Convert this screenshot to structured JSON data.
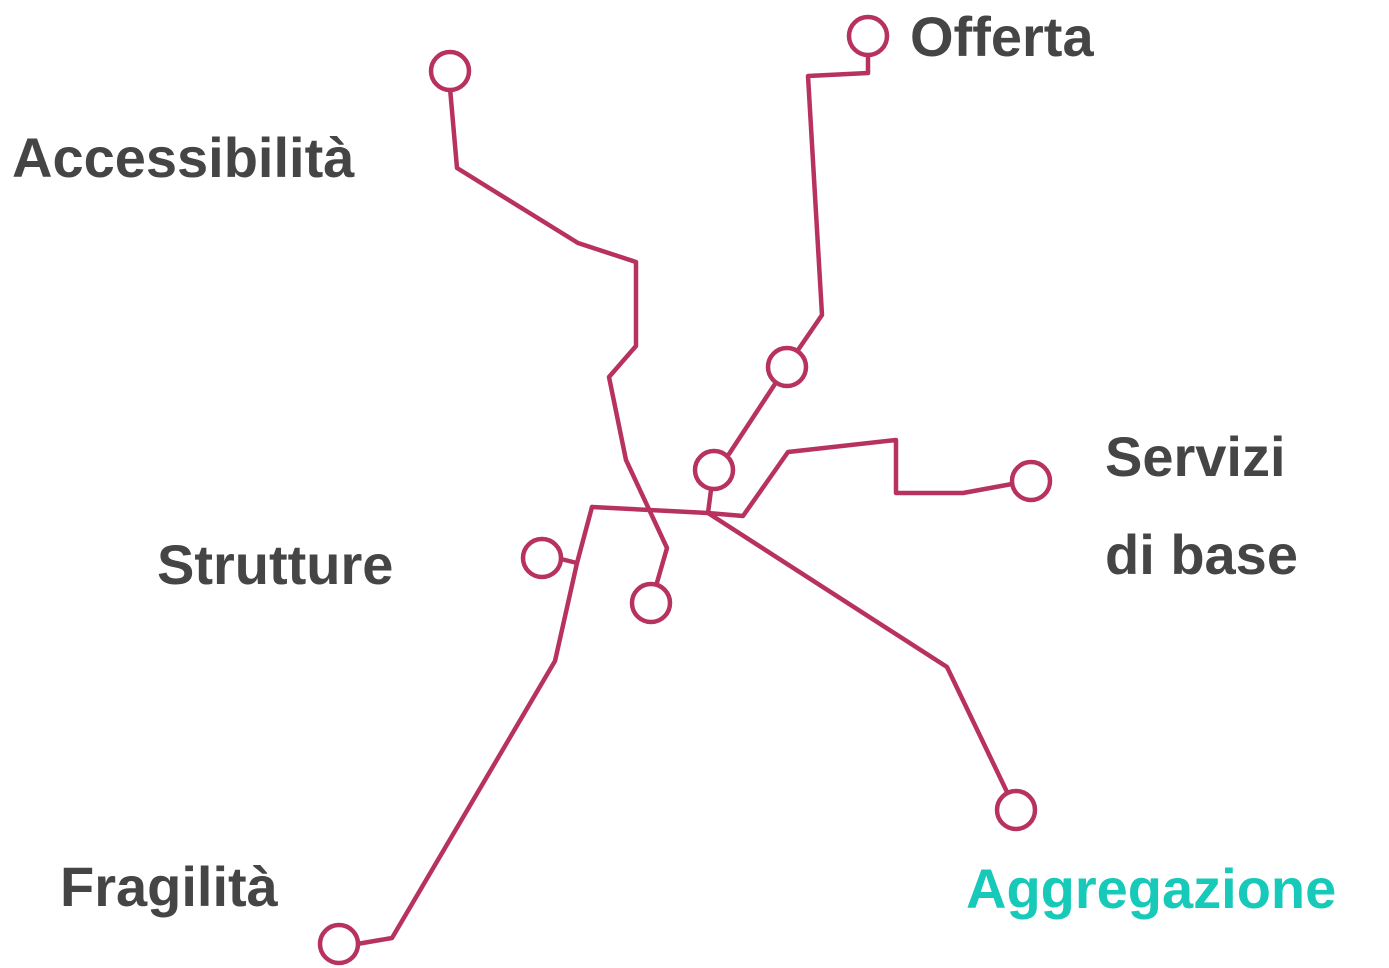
{
  "colors": {
    "line": "#b8325f",
    "label_default": "#454545",
    "label_highlight": "#17c9b8",
    "background": "#ffffff"
  },
  "labels": {
    "offerta": "Offerta",
    "accessibilita": "Accessibilità",
    "servizi_line1": "Servizi",
    "servizi_line2": "di base",
    "strutture": "Strutture",
    "fragilita": "Fragilità",
    "aggregazione": "Aggregazione"
  },
  "highlighted_label": "aggregazione"
}
